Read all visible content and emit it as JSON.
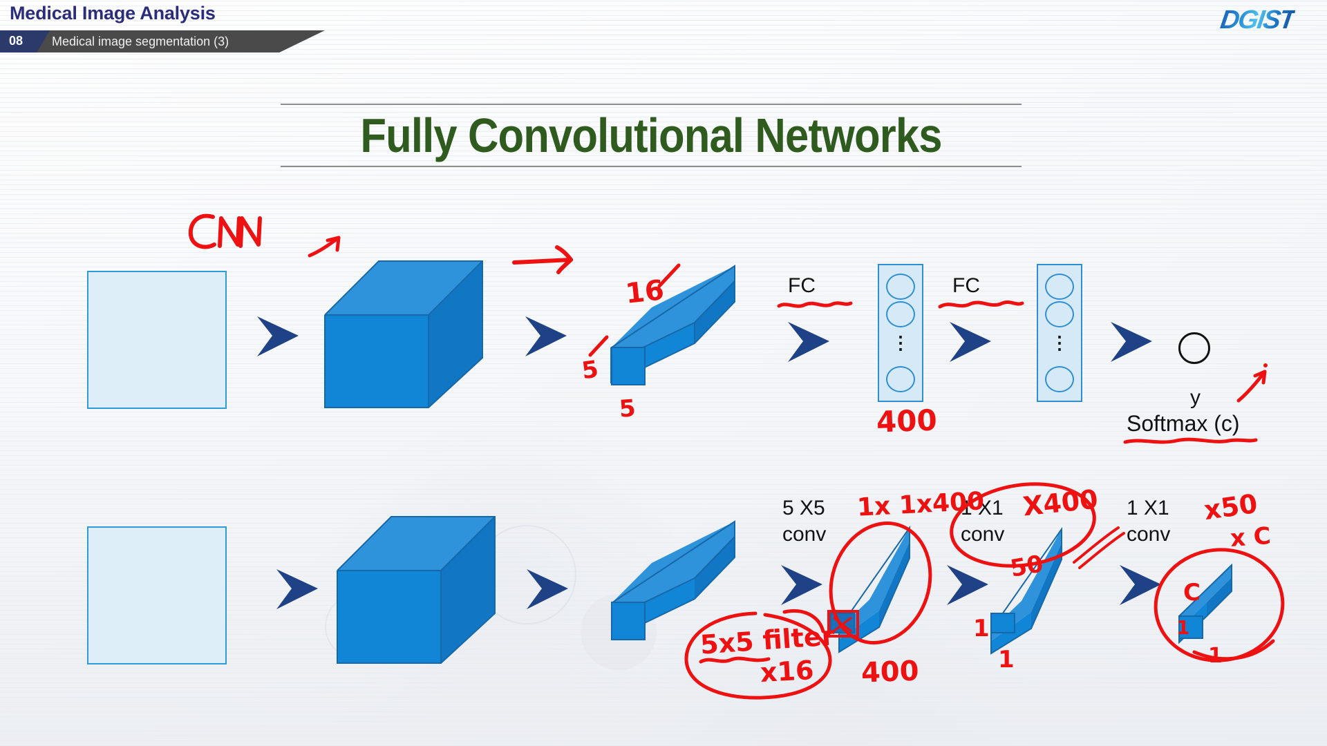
{
  "header": {
    "course_title": "Medical Image Analysis",
    "chapter_number": "08",
    "chapter_title": "Medical image segmentation (3)",
    "logo_text": "DGIST",
    "navy": "#2b3a6b",
    "grey": "#4a4a4a",
    "title_color": "#2b2d7a"
  },
  "slide": {
    "title": "Fully Convolutional Networks",
    "title_color": "#2f5b1f",
    "accent_blue": "#1f86d0",
    "arrow_navy": "#1f4287",
    "ink_red": "#ee1111"
  },
  "row1": {
    "name": "cnn-classification-pipeline",
    "labels": {
      "fc1": "FC",
      "fc2": "FC",
      "output_y": "y",
      "output_softmax": "Softmax (c)"
    },
    "annotations": {
      "cnn": "CNN",
      "depth_16": "16",
      "side_5": "5",
      "bottom_5": "5",
      "units_400": "400"
    },
    "dots": "⋮"
  },
  "row2": {
    "name": "fully-convolutional-pipeline",
    "labels": {
      "conv1_line1": "5 X5",
      "conv1_line2": "conv",
      "conv2_line1": "1 X1",
      "conv2_line2": "conv",
      "conv3_line1": "1 X1",
      "conv3_line2": "conv"
    },
    "annotations": {
      "dim_1x1x400": "1x 1x400",
      "x400": "X400",
      "x50": "x50",
      "xC": "x C",
      "filter_note_line1": "5x5 filter",
      "filter_note_line2": "x16",
      "units_400": "400",
      "fifty": "50",
      "one_left": "1",
      "one_bottom": "1",
      "c_left": "C",
      "one_small": "1",
      "one_under": "1"
    }
  }
}
